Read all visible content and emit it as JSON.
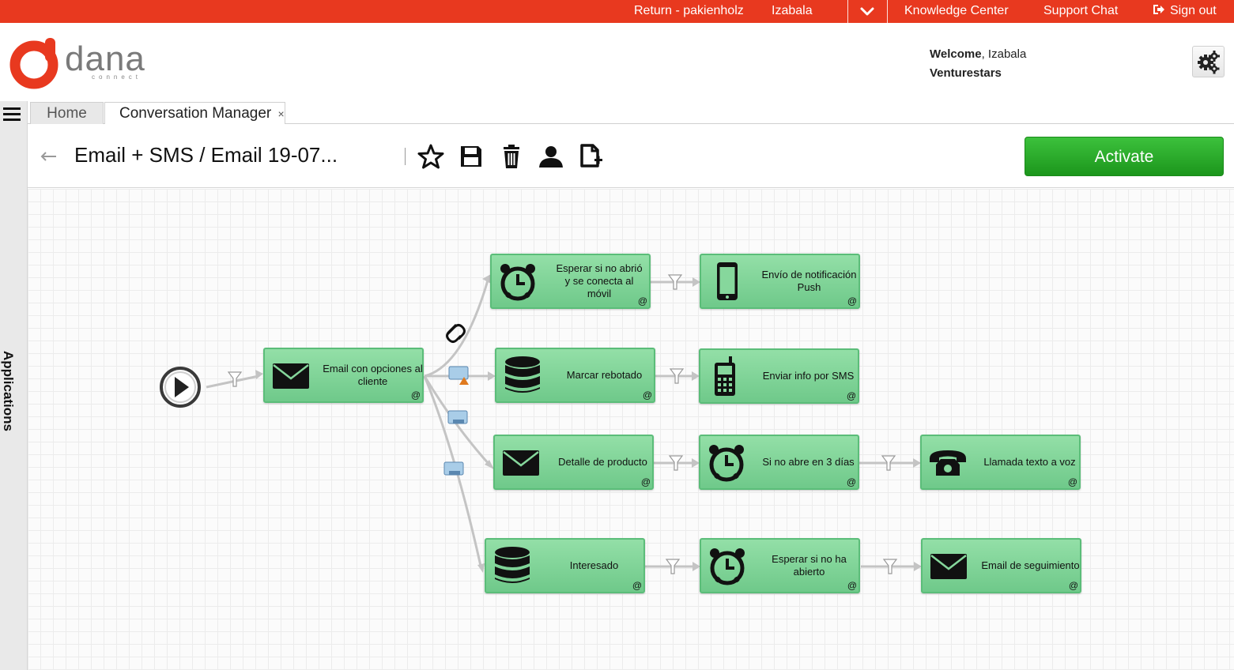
{
  "topbar": {
    "return_label": "Return - pakienholz",
    "user_label": "Izabala",
    "knowledge_label": "Knowledge Center",
    "support_label": "Support Chat",
    "signout_label": "Sign out"
  },
  "brand": {
    "name": "dana",
    "tagline": "connect"
  },
  "header": {
    "welcome_label": "Welcome",
    "welcome_user": ", Izabala",
    "company": "Venturestars"
  },
  "sidebar": {
    "label": "Applications"
  },
  "tabs": {
    "home": "Home",
    "conversation": "Conversation Manager",
    "close_glyph": "×"
  },
  "toolbar": {
    "title": "Email + SMS / Email 19-07...",
    "activate_label": "Activate"
  },
  "flow": {
    "corner_glyph": "@",
    "nodes": [
      {
        "id": "email-cliente",
        "label": "Email con opciones al cliente",
        "icon": "envelope-icon"
      },
      {
        "id": "esperar-movil",
        "label": "Esperar si no abrió y se conecta al móvil",
        "icon": "alarm-clock-icon"
      },
      {
        "id": "push",
        "label": "Envío de notificación Push",
        "icon": "mobile-phone-icon"
      },
      {
        "id": "rebotado",
        "label": "Marcar rebotado",
        "icon": "database-icon"
      },
      {
        "id": "sms",
        "label": "Enviar info por SMS",
        "icon": "cell-phone-icon"
      },
      {
        "id": "detalle",
        "label": "Detalle de producto",
        "icon": "envelope-icon"
      },
      {
        "id": "no-abre",
        "label": "Si no abre en 3 días",
        "icon": "alarm-clock-icon"
      },
      {
        "id": "llamada",
        "label": "Llamada texto a voz",
        "icon": "telephone-icon"
      },
      {
        "id": "interesado",
        "label": "Interesado",
        "icon": "database-icon"
      },
      {
        "id": "esperar-abierto",
        "label": "Esperar si no ha abierto",
        "icon": "alarm-clock-icon"
      },
      {
        "id": "seguimiento",
        "label": "Email de seguimiento",
        "icon": "envelope-icon"
      }
    ]
  },
  "colors": {
    "topbar": "#e8391f",
    "brand": "#e8391f",
    "activate": "#22a022",
    "node_fill": "#86d79c",
    "node_border": "#5bbd79",
    "connector": "#c4c4c4"
  }
}
